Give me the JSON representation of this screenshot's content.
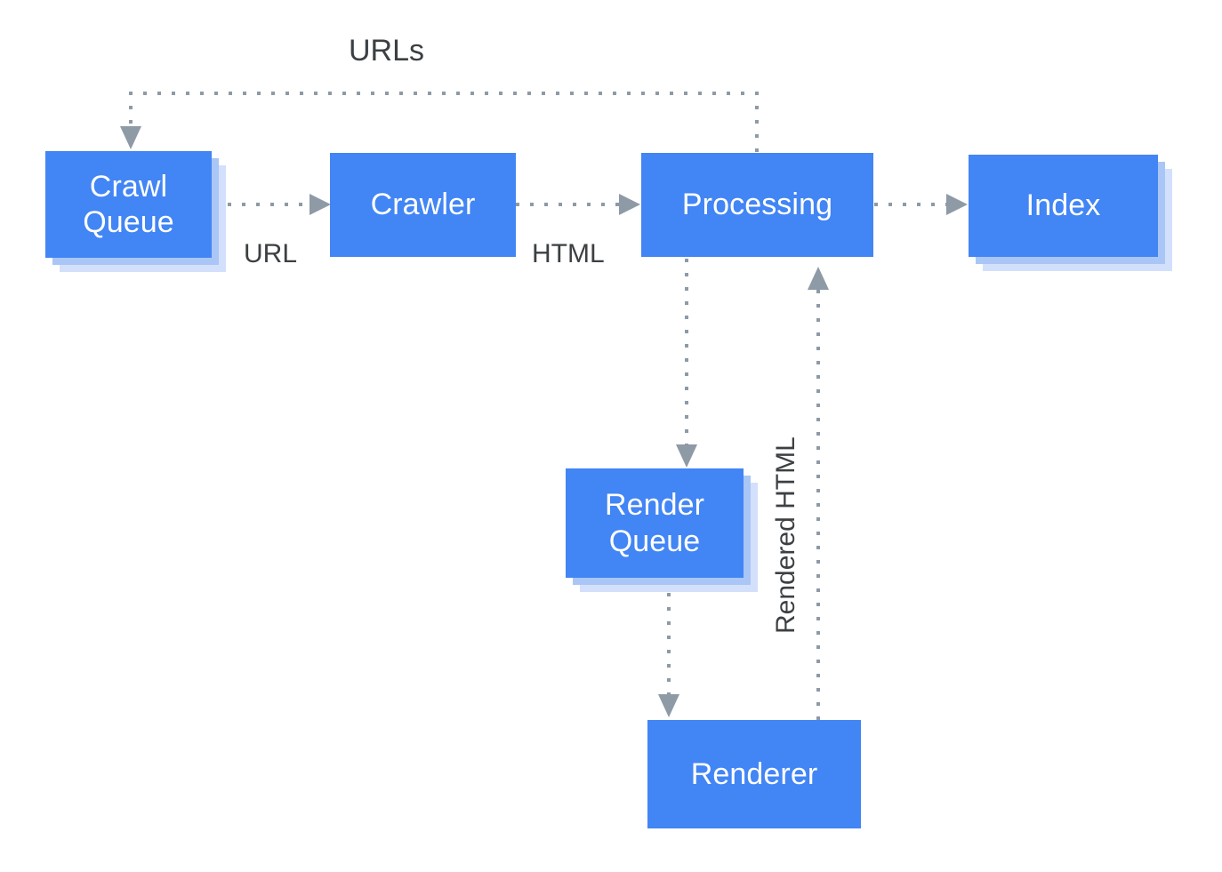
{
  "diagram": {
    "title_label": "URLs",
    "background": "#ffffff",
    "box_color": "#4285f4",
    "box_shadow_mid_color": "#aac6f6",
    "box_shadow_light_color": "#d3e0fb",
    "text_color": "#ffffff",
    "label_color": "#3c4043",
    "connector_color": "#8e9aa6",
    "nodes": [
      {
        "id": "crawl-queue",
        "label": "Crawl\nQueue",
        "stacked": true
      },
      {
        "id": "crawler",
        "label": "Crawler",
        "stacked": false
      },
      {
        "id": "processing",
        "label": "Processing",
        "stacked": false
      },
      {
        "id": "index",
        "label": "Index",
        "stacked": true
      },
      {
        "id": "render-queue",
        "label": "Render\nQueue",
        "stacked": true
      },
      {
        "id": "renderer",
        "label": "Renderer",
        "stacked": false
      }
    ],
    "edges": [
      {
        "id": "crawl-queue-to-crawler",
        "label": "URL"
      },
      {
        "id": "crawler-to-processing",
        "label": "HTML"
      },
      {
        "id": "processing-to-index",
        "label": ""
      },
      {
        "id": "processing-to-crawl-queue",
        "label": "URLs"
      },
      {
        "id": "processing-to-render-queue",
        "label": ""
      },
      {
        "id": "render-queue-to-renderer",
        "label": ""
      },
      {
        "id": "renderer-to-processing",
        "label": "Rendered HTML"
      }
    ]
  }
}
